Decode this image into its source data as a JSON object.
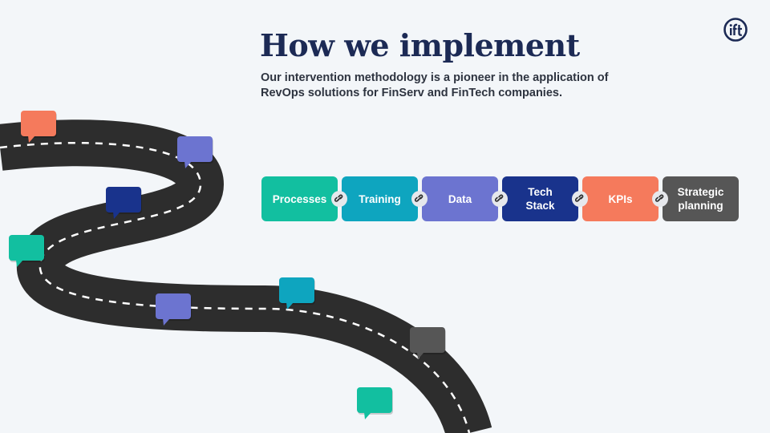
{
  "header": {
    "title": "How we implement",
    "subtitle": "Our intervention methodology is a pioneer in the application of RevOps solutions for FinServ and FinTech companies."
  },
  "logo": {
    "icon": "ift-logo-icon",
    "color": "#1c2a55"
  },
  "steps": [
    {
      "label": "Processes",
      "color": "#12bfa0"
    },
    {
      "label": "Training",
      "color": "#0ea5bf"
    },
    {
      "label": "Data",
      "color": "#6c74d0"
    },
    {
      "label": "Tech Stack",
      "color": "#19338c"
    },
    {
      "label": "KPIs",
      "color": "#f57a5c"
    },
    {
      "label": "Strategic planning",
      "color": "#565656"
    }
  ],
  "road": {
    "asphalt_color": "#2d2d2d",
    "dash_color": "#ffffff",
    "bubble_colors": [
      "#f57a5c",
      "#6c74d0",
      "#19338c",
      "#12bfa0",
      "#6c74d0",
      "#0ea5bf",
      "#565656",
      "#12bfa0"
    ]
  },
  "icons": {
    "step_link": "link-icon",
    "milestone": "speech-bubble-icon"
  }
}
